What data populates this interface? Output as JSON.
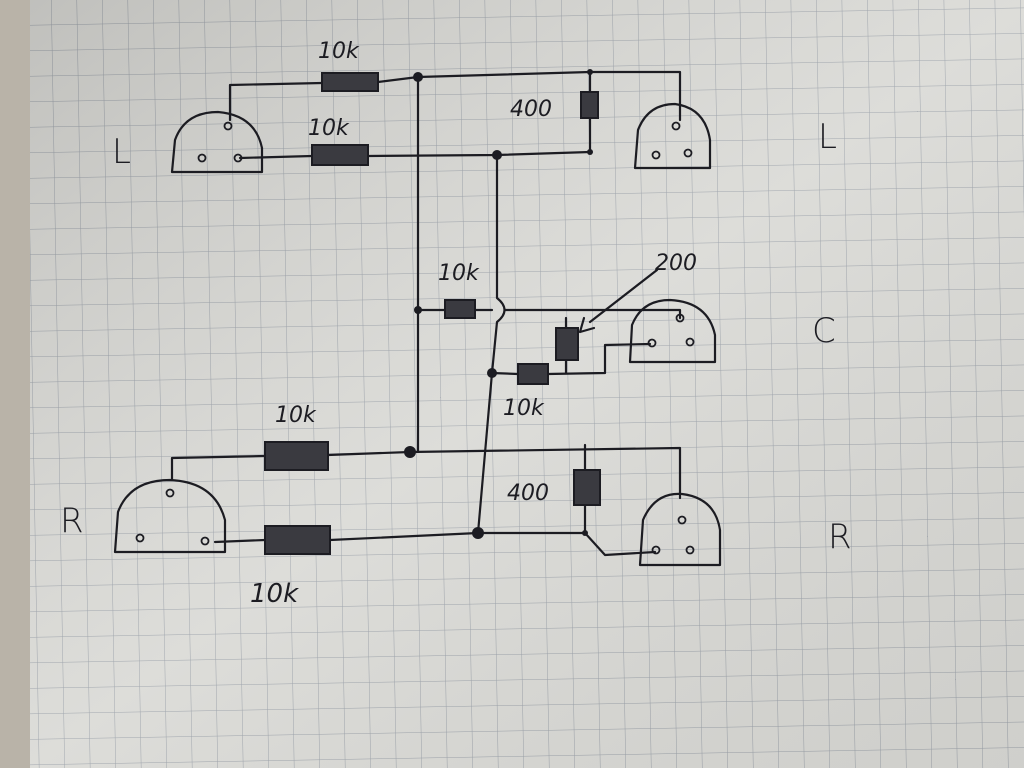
{
  "diagram": {
    "connector_labels": {
      "top_left": "L",
      "top_right": "L",
      "center": "C",
      "bottom_left": "R",
      "bottom_right": "R"
    },
    "resistors": {
      "r_top_1": "10k",
      "r_top_2": "10k",
      "r_top_shunt": "400",
      "r_center_1": "10k",
      "r_center_shunt": "200",
      "r_center_2": "10k",
      "r_bottom_1": "10k",
      "r_bottom_shunt": "400",
      "r_bottom_2": "10k"
    },
    "colors": {
      "ink": "#1c1c22",
      "paper": "#d9d9d5",
      "grid": "#9aa0a8"
    }
  }
}
